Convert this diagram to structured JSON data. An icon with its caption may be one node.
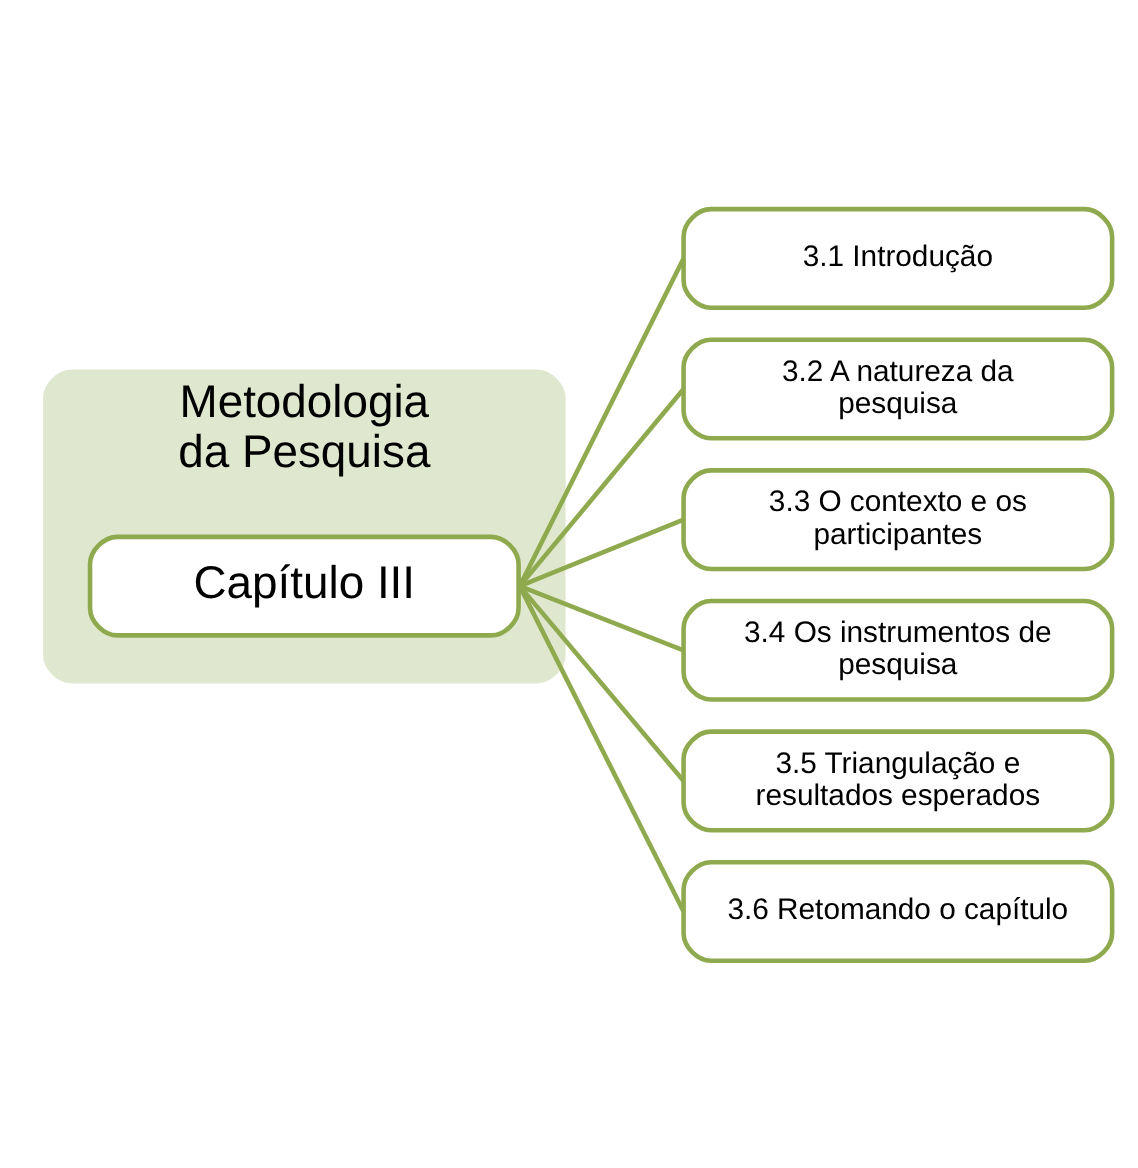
{
  "diagram": {
    "nodes": [
      {
        "text": [
          "Metodologia da Pesquisa"
        ]
      },
      {
        "text": [
          "Capítulo III"
        ],
        "in": 0
      },
      {
        "text": [
          "3.1 Introdução"
        ]
      },
      {
        "text": [
          "3.2 A natureza da pesquisa"
        ]
      },
      {
        "text": [
          "3.3 O contexto e os participantes"
        ]
      },
      {
        "text": [
          "3.4 Os instrumentos de pesquisa"
        ]
      },
      {
        "text": [
          "3.5 Triangulação e resultados esperados"
        ]
      },
      {
        "text": [
          "3.6 Retomando o capítulo"
        ]
      }
    ],
    "edges": [
      {
        "from": 1,
        "to": 2,
        "arrow": "none"
      },
      {
        "from": 1,
        "to": 3,
        "arrow": "none"
      },
      {
        "from": 1,
        "to": 4,
        "arrow": "none"
      },
      {
        "from": 1,
        "to": 5,
        "arrow": "none"
      },
      {
        "from": 1,
        "to": 6,
        "arrow": "none"
      },
      {
        "from": 1,
        "to": 7,
        "arrow": "none"
      }
    ]
  }
}
